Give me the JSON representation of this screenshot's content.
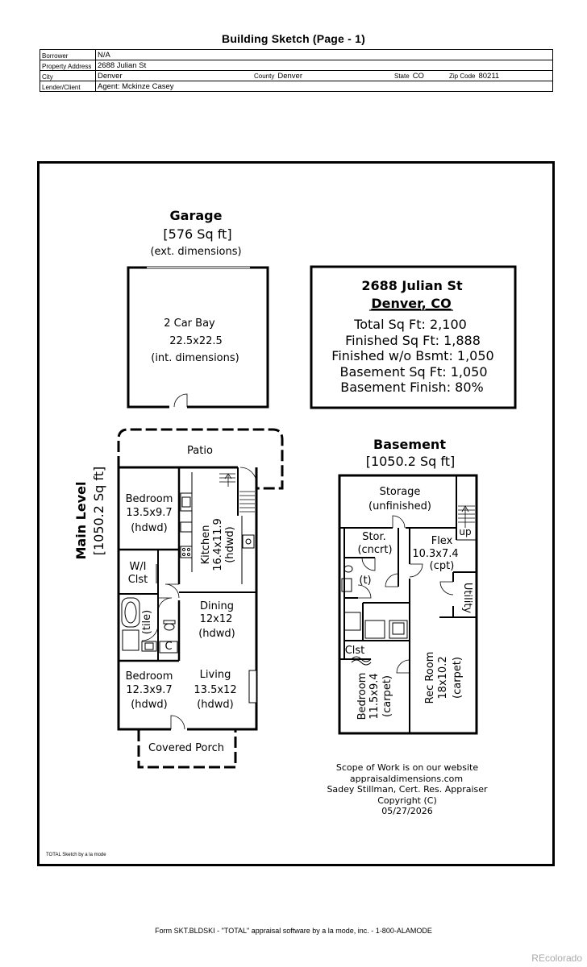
{
  "header": {
    "title": "Building Sketch (Page - 1)",
    "rows": {
      "borrower_label": "Borrower",
      "borrower": "N/A",
      "address_label": "Property Address",
      "address": "2688 Julian St",
      "city_label": "City",
      "city": "Denver",
      "county_label": "County",
      "county": "Denver",
      "state_label": "State",
      "state": "CO",
      "zip_label": "Zip Code",
      "zip": "80211",
      "lender_label": "Lender/Client",
      "lender": "Agent: Mckinze Casey"
    }
  },
  "garage": {
    "title": "Garage",
    "sqft": "[576 Sq ft]",
    "ext": "(ext. dimensions)",
    "bay": "2 Car Bay",
    "dims": "22.5x22.5",
    "int": "(int. dimensions)"
  },
  "summary": {
    "address": "2688 Julian St",
    "city": "Denver, CO",
    "lines": [
      "Total Sq Ft: 2,100",
      "Finished Sq Ft: 1,888",
      "Finished w/o Bsmt: 1,050",
      "Basement Sq Ft: 1,050",
      "Basement Finish: 80%"
    ]
  },
  "main_level": {
    "title": "Main Level",
    "sqft": "[1050.2 Sq ft]",
    "patio": "Patio",
    "bedroom1": {
      "name": "Bedroom",
      "dims": "13.5x9.7",
      "floor": "(hdwd)"
    },
    "kitchen": {
      "name": "Kitchen",
      "dims": "16.4x11.9",
      "floor": "(hdwd)"
    },
    "wi_closet": {
      "line1": "W/I",
      "line2": "Clst"
    },
    "bath_floor": "(tile)",
    "closet": "C",
    "dining": {
      "name": "Dining",
      "dims": "12x12",
      "floor": "(hdwd)"
    },
    "bedroom2": {
      "name": "Bedroom",
      "dims": "12.3x9.7",
      "floor": "(hdwd)"
    },
    "living": {
      "name": "Living",
      "dims": "13.5x12",
      "floor": "(hdwd)"
    },
    "porch": "Covered Porch"
  },
  "basement": {
    "title": "Basement",
    "sqft": "[1050.2 Sq ft]",
    "storage": {
      "name": "Storage",
      "note": "(unfinished)"
    },
    "up": "up",
    "stor2": {
      "name": "Stor.",
      "note": "(cncrt)"
    },
    "flex": {
      "name": "Flex",
      "dims": "10.3x7.4",
      "floor": "(cpt)"
    },
    "toilet": "(t)",
    "utility": "Utility",
    "closet": "Clst",
    "bedroom": {
      "name": "Bedroom",
      "dims": "11.5x9.4",
      "floor": "(carpet)"
    },
    "rec": {
      "name": "Rec Room",
      "dims": "18x10.2",
      "floor": "(carpet)"
    }
  },
  "notes": [
    "Scope of Work is on our website",
    "appraisaldimensions.com",
    "Sadey Stillman, Cert. Res. Appraiser",
    "Copyright (C)",
    "05/27/2026"
  ],
  "credit": "TOTAL Sketch by a la mode",
  "footer": "Form SKT.BLDSKI - \"TOTAL\" appraisal software by a la mode, inc. - 1-800-ALAMODE",
  "brand": "REcolorado"
}
